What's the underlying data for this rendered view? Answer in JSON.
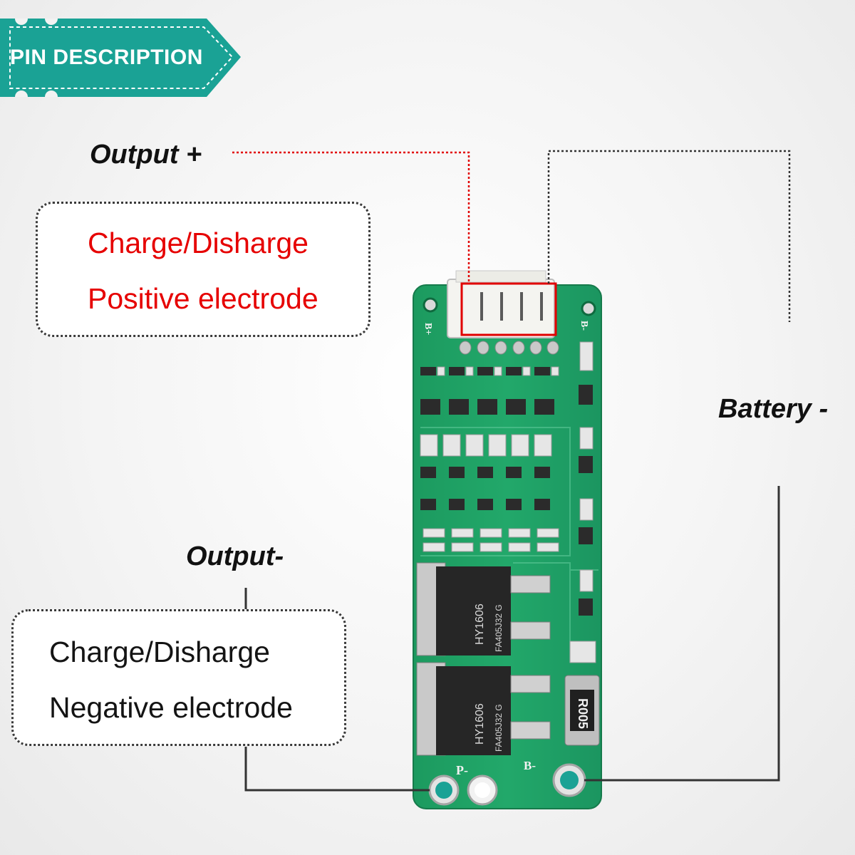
{
  "banner": {
    "title": "PIN DESCRIPTION",
    "color": "#1aa295"
  },
  "labels": {
    "output_plus": "Output +",
    "battery_minus": "Battery -",
    "output_minus": "Output-"
  },
  "positive_box": {
    "line1": "Charge/Disharge",
    "line2": "Positive electrode",
    "color": "#e60000"
  },
  "negative_box": {
    "line1": "Charge/Disharge",
    "line2": "Negative electrode",
    "color": "#141414"
  },
  "board": {
    "color": "#1f9e63",
    "silkscreen": {
      "b_plus": "B+",
      "b_minus_top": "B-",
      "p_minus": "P-",
      "b_minus_bottom": "B-"
    },
    "mosfet_1": {
      "line1": "HY1606",
      "line2": "FA405J32 G"
    },
    "mosfet_2": {
      "line1": "HY1606",
      "line2": "FA405J32 G"
    },
    "shunt_resistor": "R005"
  },
  "icons": [
    "connector-highlight",
    "solder-pad-icon"
  ]
}
